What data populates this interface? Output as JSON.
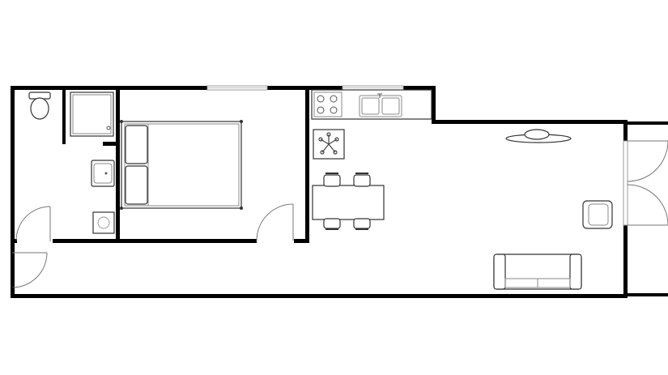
{
  "plan": {
    "rooms": [
      "bathroom",
      "bedroom",
      "kitchen-living",
      "hallway"
    ],
    "colors": {
      "wall": "#000000",
      "furniture_stroke": "#333333",
      "background": "#ffffff"
    }
  }
}
